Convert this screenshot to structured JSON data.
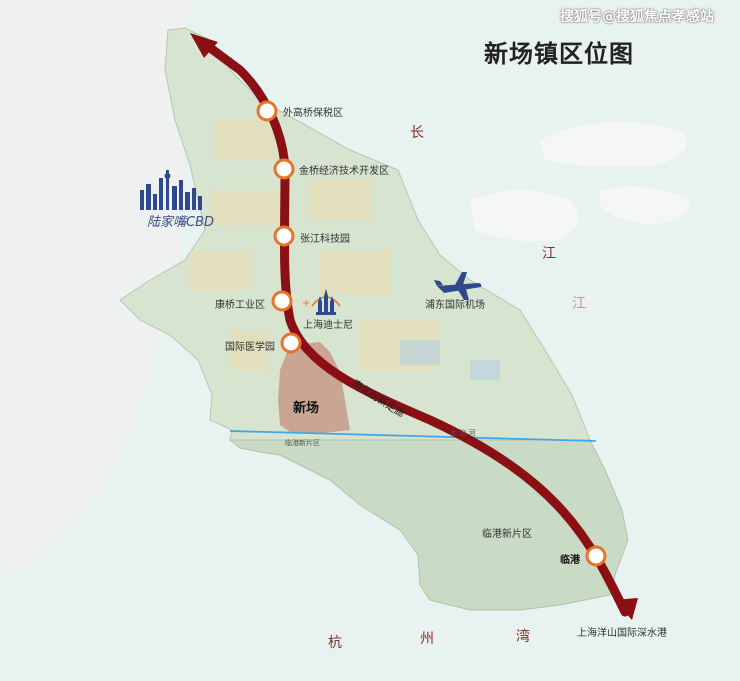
{
  "watermark": "搜狐号@搜狐焦点孝感站",
  "title": "新场镇区位图",
  "corridor_label": "南北创新走廊",
  "stations": [
    {
      "name": "外高桥保税区"
    },
    {
      "name": "金桥经济技术开发区"
    },
    {
      "name": "张江科技园"
    },
    {
      "name": "康桥工业区"
    },
    {
      "name": "国际医学园"
    },
    {
      "name": "临港"
    }
  ],
  "places": {
    "xinchang": "新场",
    "disney": "上海迪士尼",
    "airport": "浦东国际机场",
    "lingang_zone": "临港新片区",
    "lingang_zone_small": "临港新片区",
    "yangshan": "上海洋山国际深水港",
    "cbd": "陆家嘴CBD",
    "river": "大   治   河"
  },
  "water": {
    "chang": "长",
    "jiang1": "江",
    "jiang2": "江",
    "hang": "杭",
    "zhou": "州",
    "wan": "湾"
  },
  "colors": {
    "route": "#8b1016",
    "station_ring": "#e8742a",
    "xinchang_fill": "#c99a8a",
    "lingang_fill": "#c9dbc4",
    "boundary_line": "#3fa9e8"
  },
  "icons": {
    "disney": "castle-icon",
    "airport": "airplane-icon",
    "cbd": "skyline-icon"
  }
}
